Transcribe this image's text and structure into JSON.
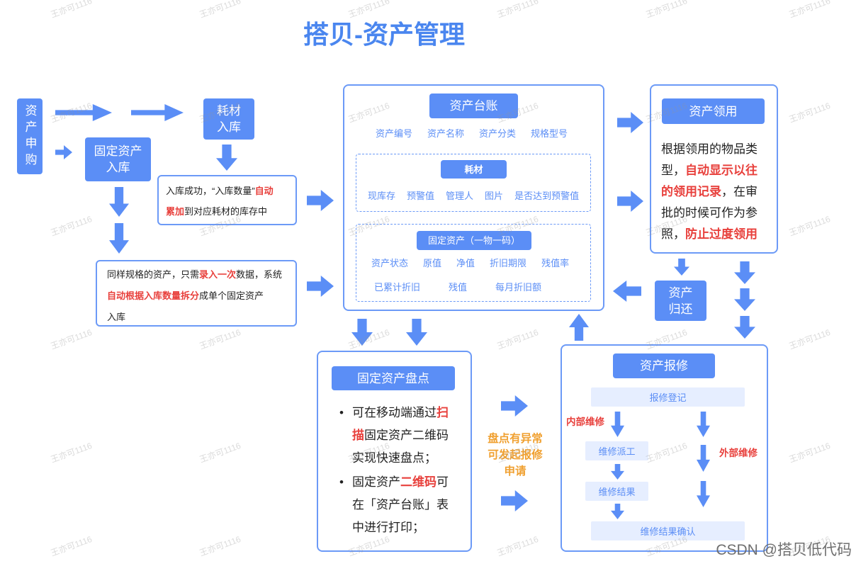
{
  "title": "搭贝-资产管理",
  "purchase": {
    "label": "资产申购"
  },
  "consumable_inbound": {
    "lines": [
      "耗材",
      "入库"
    ]
  },
  "fixed_inbound": {
    "lines": [
      "固定资产",
      "入库"
    ]
  },
  "consumable_note": [
    "入库成功，“入库数量”",
    "自动累加",
    "到对应耗材的库存中"
  ],
  "fixed_note": [
    "同样规格的资产，只需",
    "录入一次",
    "数据，系统",
    "自动根据入库数量拆分",
    "成单个固定资产",
    "入库"
  ],
  "ledger": {
    "title": "资产台账",
    "fields": [
      "资产编号",
      "资产名称",
      "资产分类",
      "规格型号"
    ],
    "consumables": {
      "title": "耗材",
      "fields": [
        "现库存",
        "预警值",
        "管理人",
        "图片",
        "是否达到预警值"
      ]
    },
    "fixed_assets": {
      "title": "固定资产（一物一码）",
      "fields": [
        "资产状态",
        "原值",
        "净值",
        "折旧期限",
        "残值率",
        "已累计折旧",
        "残值",
        "每月折旧额"
      ]
    }
  },
  "usage": {
    "title": "资产领用",
    "text": [
      "根据领用的物品类型，",
      "自动显示以往的领用记录",
      "，在审批的时候可作为参照，",
      "防止过度领用"
    ]
  },
  "return": {
    "lines": [
      "资产",
      "归还"
    ]
  },
  "inventory_check": {
    "title": "固定资产盘点",
    "bullets": [
      [
        "可在移动端通过",
        "扫描",
        "固定资产二维码实现快速盘点；"
      ],
      [
        "固定资产",
        "二维码",
        "可在「资产台账」表中进行打印；"
      ]
    ]
  },
  "anomaly_note": "盘点有异常可发起报修申请",
  "repair": {
    "title": "资产报修",
    "steps": {
      "register": "报修登记",
      "dispatch": "维修派工",
      "result": "维修结果",
      "confirm": "维修结果确认"
    },
    "internal_label": "内部维修",
    "external_label": "外部维修"
  },
  "footer": "CSDN @搭贝低代码",
  "watermark": "王亦可1116",
  "colors": {
    "primary": "#5b8ef6",
    "border": "#6c9af7",
    "highlight": "#e8403c",
    "warning": "#f0a030",
    "step_fill": "#e6eeff"
  }
}
